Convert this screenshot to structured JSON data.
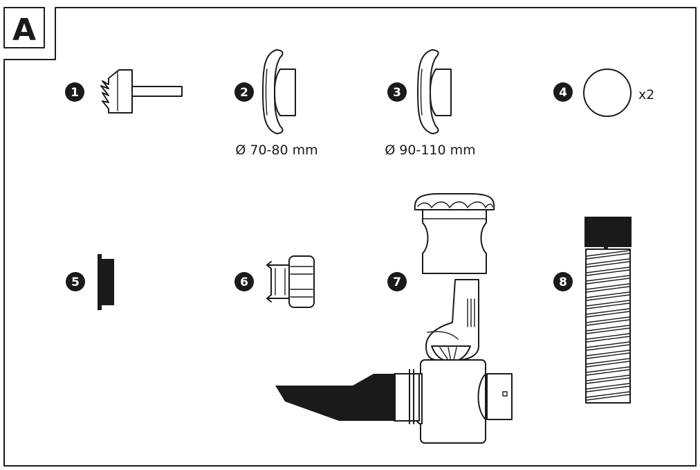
{
  "panel": {
    "label": "A"
  },
  "parts": [
    {
      "number": "1"
    },
    {
      "number": "2",
      "caption": "Ø 70-80 mm"
    },
    {
      "number": "3",
      "caption": "Ø 90-110 mm"
    },
    {
      "number": "4",
      "quantity": "x2"
    },
    {
      "number": "5"
    },
    {
      "number": "6"
    },
    {
      "number": "7"
    },
    {
      "number": "8"
    }
  ],
  "colors": {
    "ink": "#1a1a1a",
    "background": "#ffffff"
  }
}
